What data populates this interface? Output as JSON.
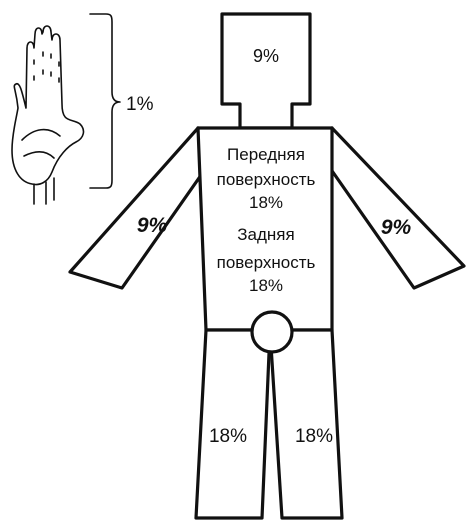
{
  "hand_rule": {
    "label": "1%"
  },
  "head": {
    "label": "9%"
  },
  "torso": {
    "front_line1": "Передняя",
    "front_line2": "поверхность",
    "front_value": "18%",
    "back_line1": "Задняя",
    "back_line2": "поверхность",
    "back_value": "18%"
  },
  "arms": {
    "left": "9%",
    "right": "9%"
  },
  "legs": {
    "left": "18%",
    "right": "18%"
  }
}
